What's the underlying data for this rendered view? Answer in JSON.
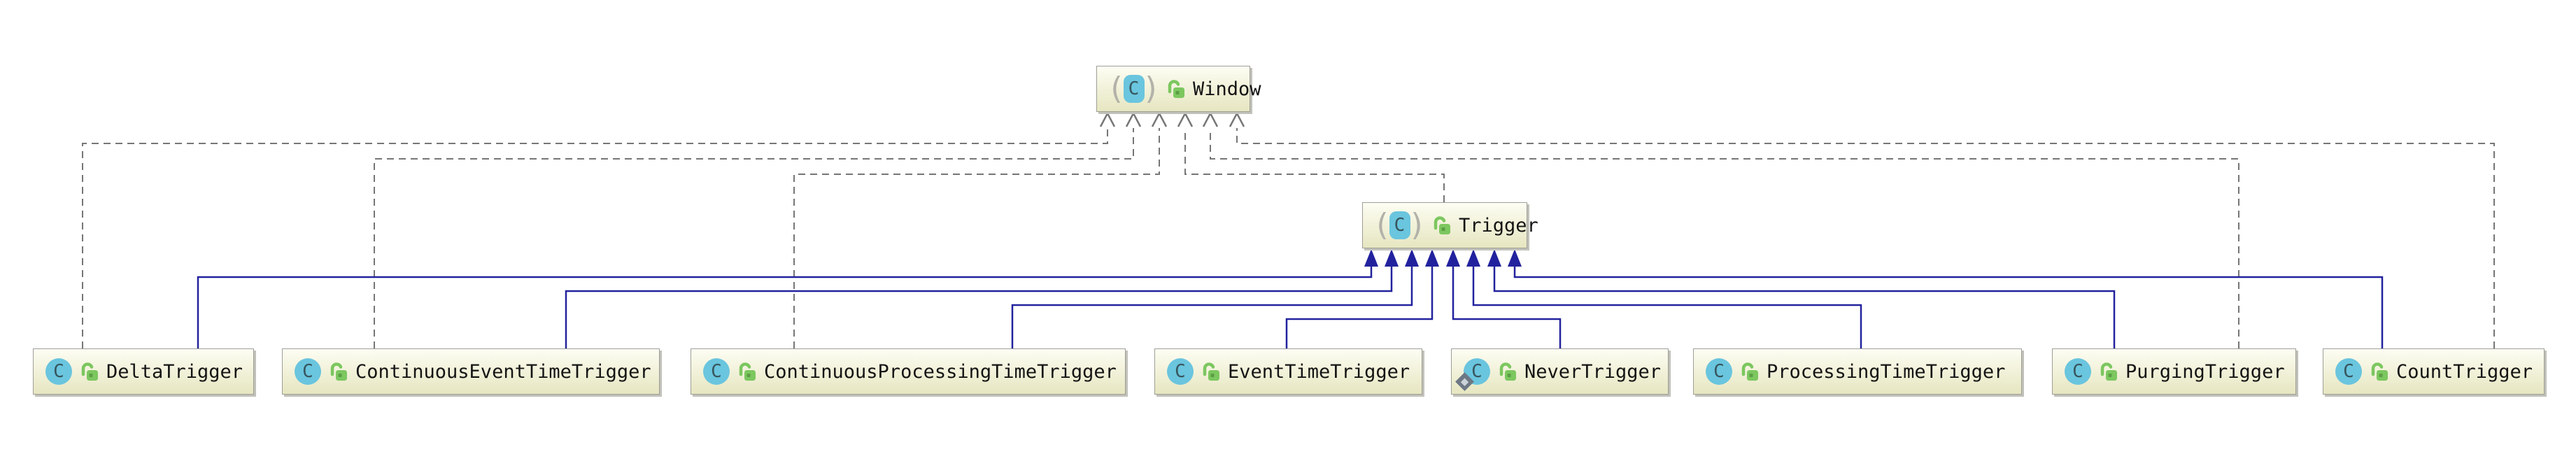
{
  "diagram": {
    "type": "uml-class-diagram",
    "nodes": [
      {
        "label": "Window",
        "stereotype": "abstract class",
        "visibility": "public"
      },
      {
        "label": "Trigger",
        "stereotype": "abstract class",
        "visibility": "public"
      },
      {
        "label": "DeltaTrigger",
        "stereotype": "class",
        "visibility": "public"
      },
      {
        "label": "ContinuousEventTimeTrigger",
        "stereotype": "class",
        "visibility": "public"
      },
      {
        "label": "ContinuousProcessingTimeTrigger",
        "stereotype": "class",
        "visibility": "public"
      },
      {
        "label": "EventTimeTrigger",
        "stereotype": "class",
        "visibility": "public"
      },
      {
        "label": "NeverTrigger",
        "stereotype": "static class",
        "visibility": "public"
      },
      {
        "label": "ProcessingTimeTrigger",
        "stereotype": "class",
        "visibility": "public"
      },
      {
        "label": "PurgingTrigger",
        "stereotype": "class",
        "visibility": "public"
      },
      {
        "label": "CountTrigger",
        "stereotype": "class",
        "visibility": "public"
      }
    ],
    "edges": {
      "inheritance_to_trigger": [
        "DeltaTrigger",
        "ContinuousEventTimeTrigger",
        "ContinuousProcessingTimeTrigger",
        "EventTimeTrigger",
        "NeverTrigger",
        "ProcessingTimeTrigger",
        "PurgingTrigger",
        "CountTrigger"
      ],
      "dependency_to_window": [
        "Trigger",
        "DeltaTrigger",
        "ContinuousEventTimeTrigger",
        "ContinuousProcessingTimeTrigger",
        "PurgingTrigger",
        "CountTrigger"
      ]
    }
  },
  "icons": {
    "class_letter": "C",
    "abstract_marker_left": "(",
    "abstract_marker_right": ")"
  },
  "colors": {
    "inheritance_edge": "#22229e",
    "dependency_edge": "#767676",
    "node_fill_top": "#fdfdf3",
    "node_fill_bottom": "#e6e6c1",
    "node_border": "#9e9e96",
    "class_icon": "#6ac5de",
    "class_icon_letter": "#37565e",
    "lock_icon": "#7cc75f",
    "static_diamond": "#6d7884",
    "background": "#ffffff"
  }
}
